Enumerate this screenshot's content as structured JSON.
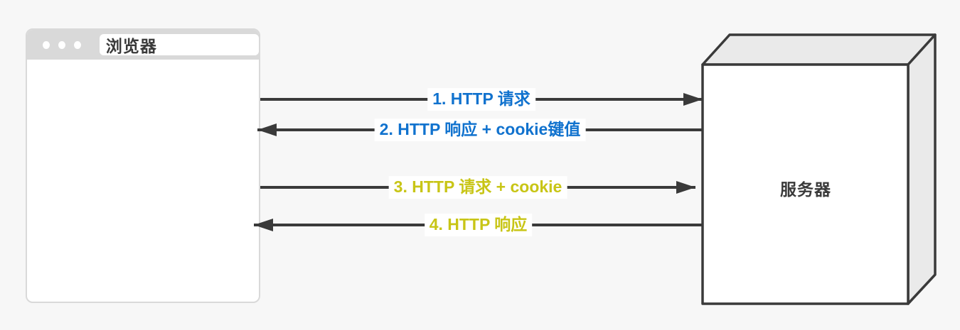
{
  "diagram": {
    "title": "HTTP cookie flow between browser and server",
    "background_color": "#f7f7f7",
    "browser": {
      "title": "浏览器",
      "dots_count": 3
    },
    "server": {
      "label": "服务器"
    },
    "arrows": [
      {
        "step": 1,
        "label": "1. HTTP 请求",
        "direction": "browser-to-server",
        "color": "#1072ce"
      },
      {
        "step": 2,
        "label": "2. HTTP 响应 + cookie键值",
        "direction": "server-to-browser",
        "color": "#1072ce"
      },
      {
        "step": 3,
        "label": "3. HTTP 请求 + cookie",
        "direction": "browser-to-server",
        "color": "#c8c516"
      },
      {
        "step": 4,
        "label": "4. HTTP 响应",
        "direction": "server-to-browser",
        "color": "#c8c516"
      }
    ],
    "colors": {
      "request_response_phase1": "#1072ce",
      "request_response_phase2": "#c8c516",
      "arrow_line": "#3a3a3a",
      "browser_chrome": "#d9d9d9"
    }
  }
}
